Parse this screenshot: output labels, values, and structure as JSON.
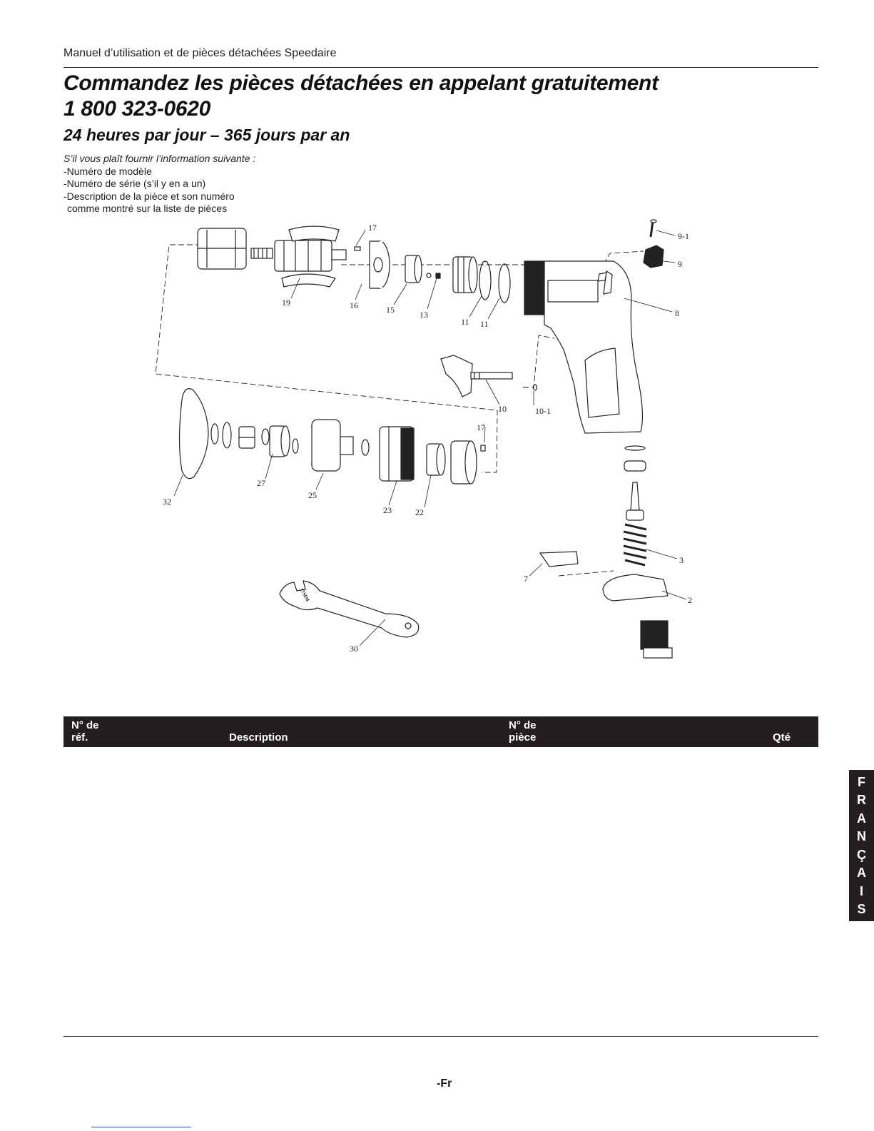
{
  "header": {
    "title": "Manuel d’utilisation et de pièces détachées Speedaire"
  },
  "headings": {
    "line1": "Commandez les pièces détachées en appelant gratuitement",
    "line2": "1 800 323-0620",
    "subheading": "24 heures par jour – 365 jours par an"
  },
  "intro": {
    "lead": "S’il vous plaît fournir l’information suivante :",
    "item1": "-Numéro de modèle",
    "item2": "-Numéro de série (s’il y en a un)",
    "item3": "-Description de la pièce et son numéro",
    "item3_cont": "comme montré sur la liste de pièces"
  },
  "diagram": {
    "callouts": {
      "c17a": "17",
      "c19": "19",
      "c16": "16",
      "c15": "15",
      "c13": "13",
      "c11a": "11",
      "c11b": "11",
      "c9_1": "9-1",
      "c9": "9",
      "c8": "8",
      "c10": "10",
      "c10_1": "10-1",
      "c17b": "17",
      "c32": "32",
      "c27": "27",
      "c25": "25",
      "c23": "23",
      "c22": "22",
      "c3": "3",
      "c7": "7",
      "c2": "2",
      "c30": "30"
    },
    "wrench_marking": "17MM"
  },
  "table": {
    "columns": {
      "ref": [
        "N° de",
        "réf."
      ],
      "description": "Description",
      "part": [
        "N° de",
        "pièce"
      ],
      "qty": "Qté"
    }
  },
  "side_tab": {
    "letters": [
      "F",
      "R",
      "A",
      "N",
      "Ç",
      "A",
      "I",
      "S"
    ]
  },
  "footer": {
    "page": "-Fr"
  }
}
